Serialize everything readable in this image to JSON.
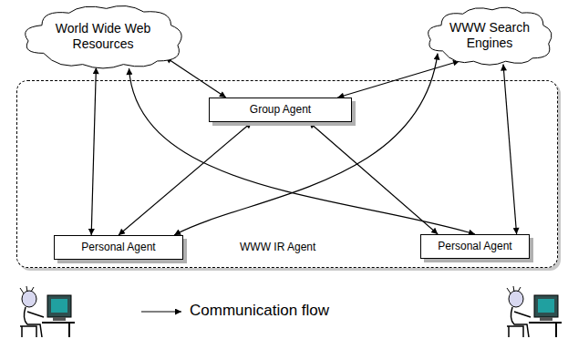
{
  "diagram": {
    "nodes": [
      {
        "text": [
          "World Wide Web Resources"
        ]
      },
      {
        "text": [
          "WWW Search Engines"
        ]
      },
      {
        "text": [
          "WWW IR Agent"
        ]
      },
      {
        "text": [
          "Group Agent"
        ],
        "in": 2
      },
      {
        "text": [
          "Personal Agent"
        ],
        "in": 2
      },
      {
        "text": [
          "Personal Agent"
        ],
        "in": 2
      }
    ],
    "edges": [
      {
        "from": 0,
        "to": 4,
        "arrow": "both"
      },
      {
        "from": 0,
        "to": 3,
        "arrow": "both"
      },
      {
        "from": 0,
        "to": 5,
        "arrow": "both"
      },
      {
        "from": 1,
        "to": 3,
        "arrow": "both"
      },
      {
        "from": 1,
        "to": 5,
        "arrow": "both"
      },
      {
        "from": 1,
        "to": 4,
        "arrow": "both"
      },
      {
        "from": 3,
        "to": 4,
        "arrow": "both"
      },
      {
        "from": 3,
        "to": 5,
        "arrow": "both"
      }
    ],
    "legend": [
      {
        "text": "Communication flow"
      }
    ]
  }
}
